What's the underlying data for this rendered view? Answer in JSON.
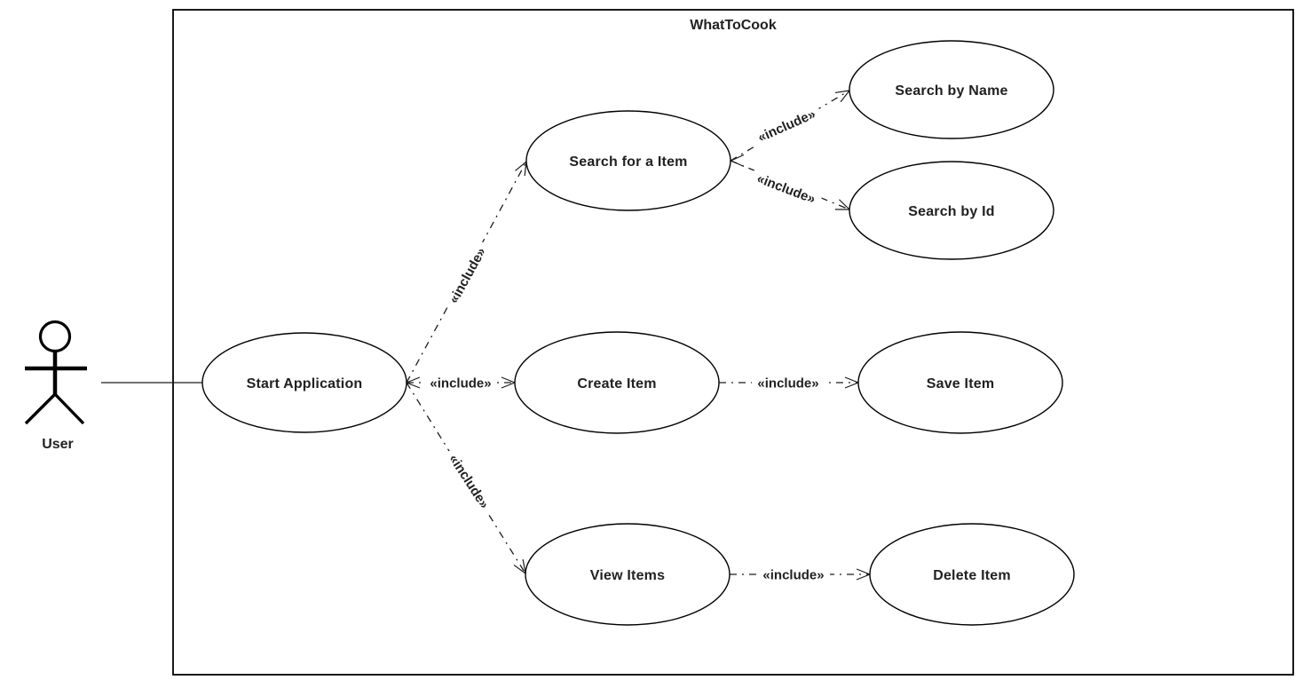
{
  "diagram": {
    "type": "uml-use-case",
    "title": "WhatToCook",
    "actor": {
      "name": "User"
    },
    "use_cases": [
      {
        "id": "start-application",
        "label": "Start Application"
      },
      {
        "id": "search-for-item",
        "label": "Search for a Item"
      },
      {
        "id": "search-by-name",
        "label": "Search by Name"
      },
      {
        "id": "search-by-id",
        "label": "Search by Id"
      },
      {
        "id": "create-item",
        "label": "Create Item"
      },
      {
        "id": "save-item",
        "label": "Save Item"
      },
      {
        "id": "view-items",
        "label": "View Items"
      },
      {
        "id": "delete-item",
        "label": "Delete Item"
      }
    ],
    "relations": [
      {
        "from": "User",
        "to": "Start Application",
        "type": "association",
        "label": ""
      },
      {
        "from": "Start Application",
        "to": "Search for a Item",
        "type": "include",
        "label": "«include»"
      },
      {
        "from": "Start Application",
        "to": "Create Item",
        "type": "include",
        "label": "«include»"
      },
      {
        "from": "Start Application",
        "to": "View Items",
        "type": "include",
        "label": "«include»"
      },
      {
        "from": "Search for a Item",
        "to": "Search by Name",
        "type": "include",
        "label": "«include»"
      },
      {
        "from": "Search for a Item",
        "to": "Search by Id",
        "type": "include",
        "label": "«include»"
      },
      {
        "from": "Create Item",
        "to": "Save Item",
        "type": "include",
        "label": "«include»"
      },
      {
        "from": "View Items",
        "to": "Delete Item",
        "type": "include",
        "label": "«include»"
      }
    ],
    "colors": {
      "stroke": "#1c1c1c",
      "text": "#212121",
      "background": "#ffffff"
    }
  }
}
